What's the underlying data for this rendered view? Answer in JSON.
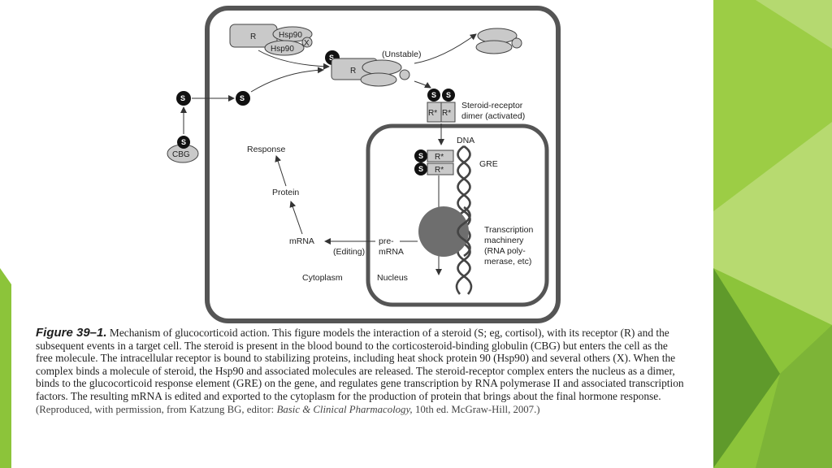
{
  "diagram": {
    "molecules": {
      "receptor": "R",
      "hsp90_top": "Hsp90",
      "hsp90_bottom": "Hsp90",
      "x_label": "X",
      "steroid": "S",
      "cbg": "CBG",
      "activated": "R*"
    },
    "labels": {
      "unstable": "(Unstable)",
      "dimer_line1": "Steroid-receptor",
      "dimer_line2": "dimer (activated)",
      "dna": "DNA",
      "gre": "GRE",
      "response": "Response",
      "protein": "Protein",
      "mrna": "mRNA",
      "pre_mrna_1": "pre-",
      "pre_mrna_2": "mRNA",
      "editing": "(Editing)",
      "tm_1": "Transcription",
      "tm_2": "machinery",
      "tm_3": "(RNA poly-",
      "tm_4": "merase, etc)",
      "cytoplasm": "Cytoplasm",
      "nucleus": "Nucleus"
    }
  },
  "caption": {
    "figure_label": "Figure 39–1.",
    "body": "Mechanism of glucocorticoid action. This figure models the interaction of a steroid (S; eg, cortisol), with its receptor (R) and the subsequent events in a target cell. The steroid is present in the blood bound to the corticosteroid-binding globulin (CBG) but enters the cell as the free molecule. The intracellular receptor is bound to stabilizing proteins, including heat shock protein 90 (Hsp90) and several others (X). When the complex binds a molecule of steroid, the Hsp90 and associated molecules are released. The steroid-receptor complex enters the nucleus as a dimer, binds to the glucocorticoid response element (GRE) on the gene, and regulates gene transcription by RNA polymerase II and associated transcription factors. The resulting mRNA is edited and exported to the cytoplasm for the production of protein that brings about the final hormone response.",
    "credit_prefix": "(Reproduced, with permission, from Katzung BG, editor:",
    "book_title": "Basic & Clinical Pharmacology,",
    "credit_suffix": "10th ed. McGraw-Hill, 2007.)"
  },
  "colors": {
    "decor_green_dark": "#5f9a2b",
    "decor_green": "#8cc43a",
    "decor_green_light": "#c6e18e",
    "cell_border": "#555555",
    "molecule_fill": "#c9c9c9",
    "nucleus_blob": "#6e6e6e"
  }
}
